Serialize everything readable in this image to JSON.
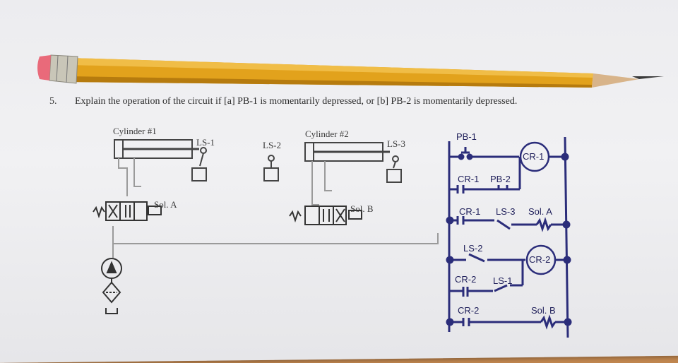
{
  "question": {
    "number": "5.",
    "text": "Explain the operation of the circuit if [a] PB-1 is momentarily depressed, or [b] PB-2 is momentarily depressed."
  },
  "pneumatic": {
    "cylinder1": "Cylinder #1",
    "cylinder2": "Cylinder #2",
    "ls1": "LS-1",
    "ls2": "LS-2",
    "ls3": "LS-3",
    "sol_a": "Sol. A",
    "sol_b": "Sol. B"
  },
  "ladder": {
    "pb1": "PB-1",
    "cr1_coil": "CR-1",
    "cr1_contact_a": "CR-1",
    "pb2": "PB-2",
    "cr1_contact_b": "CR-1",
    "ls3": "LS-3",
    "sol_a": "Sol. A",
    "ls2": "LS-2",
    "cr2_coil": "CR-2",
    "cr2_contact_a": "CR-2",
    "ls1": "LS-1",
    "cr2_contact_b": "CR-2",
    "sol_b": "Sol. B"
  },
  "colors": {
    "ladder_ink": "#2b2d7a",
    "pencil_body": "#e2a21c",
    "pencil_eraser": "#e96a7a"
  }
}
